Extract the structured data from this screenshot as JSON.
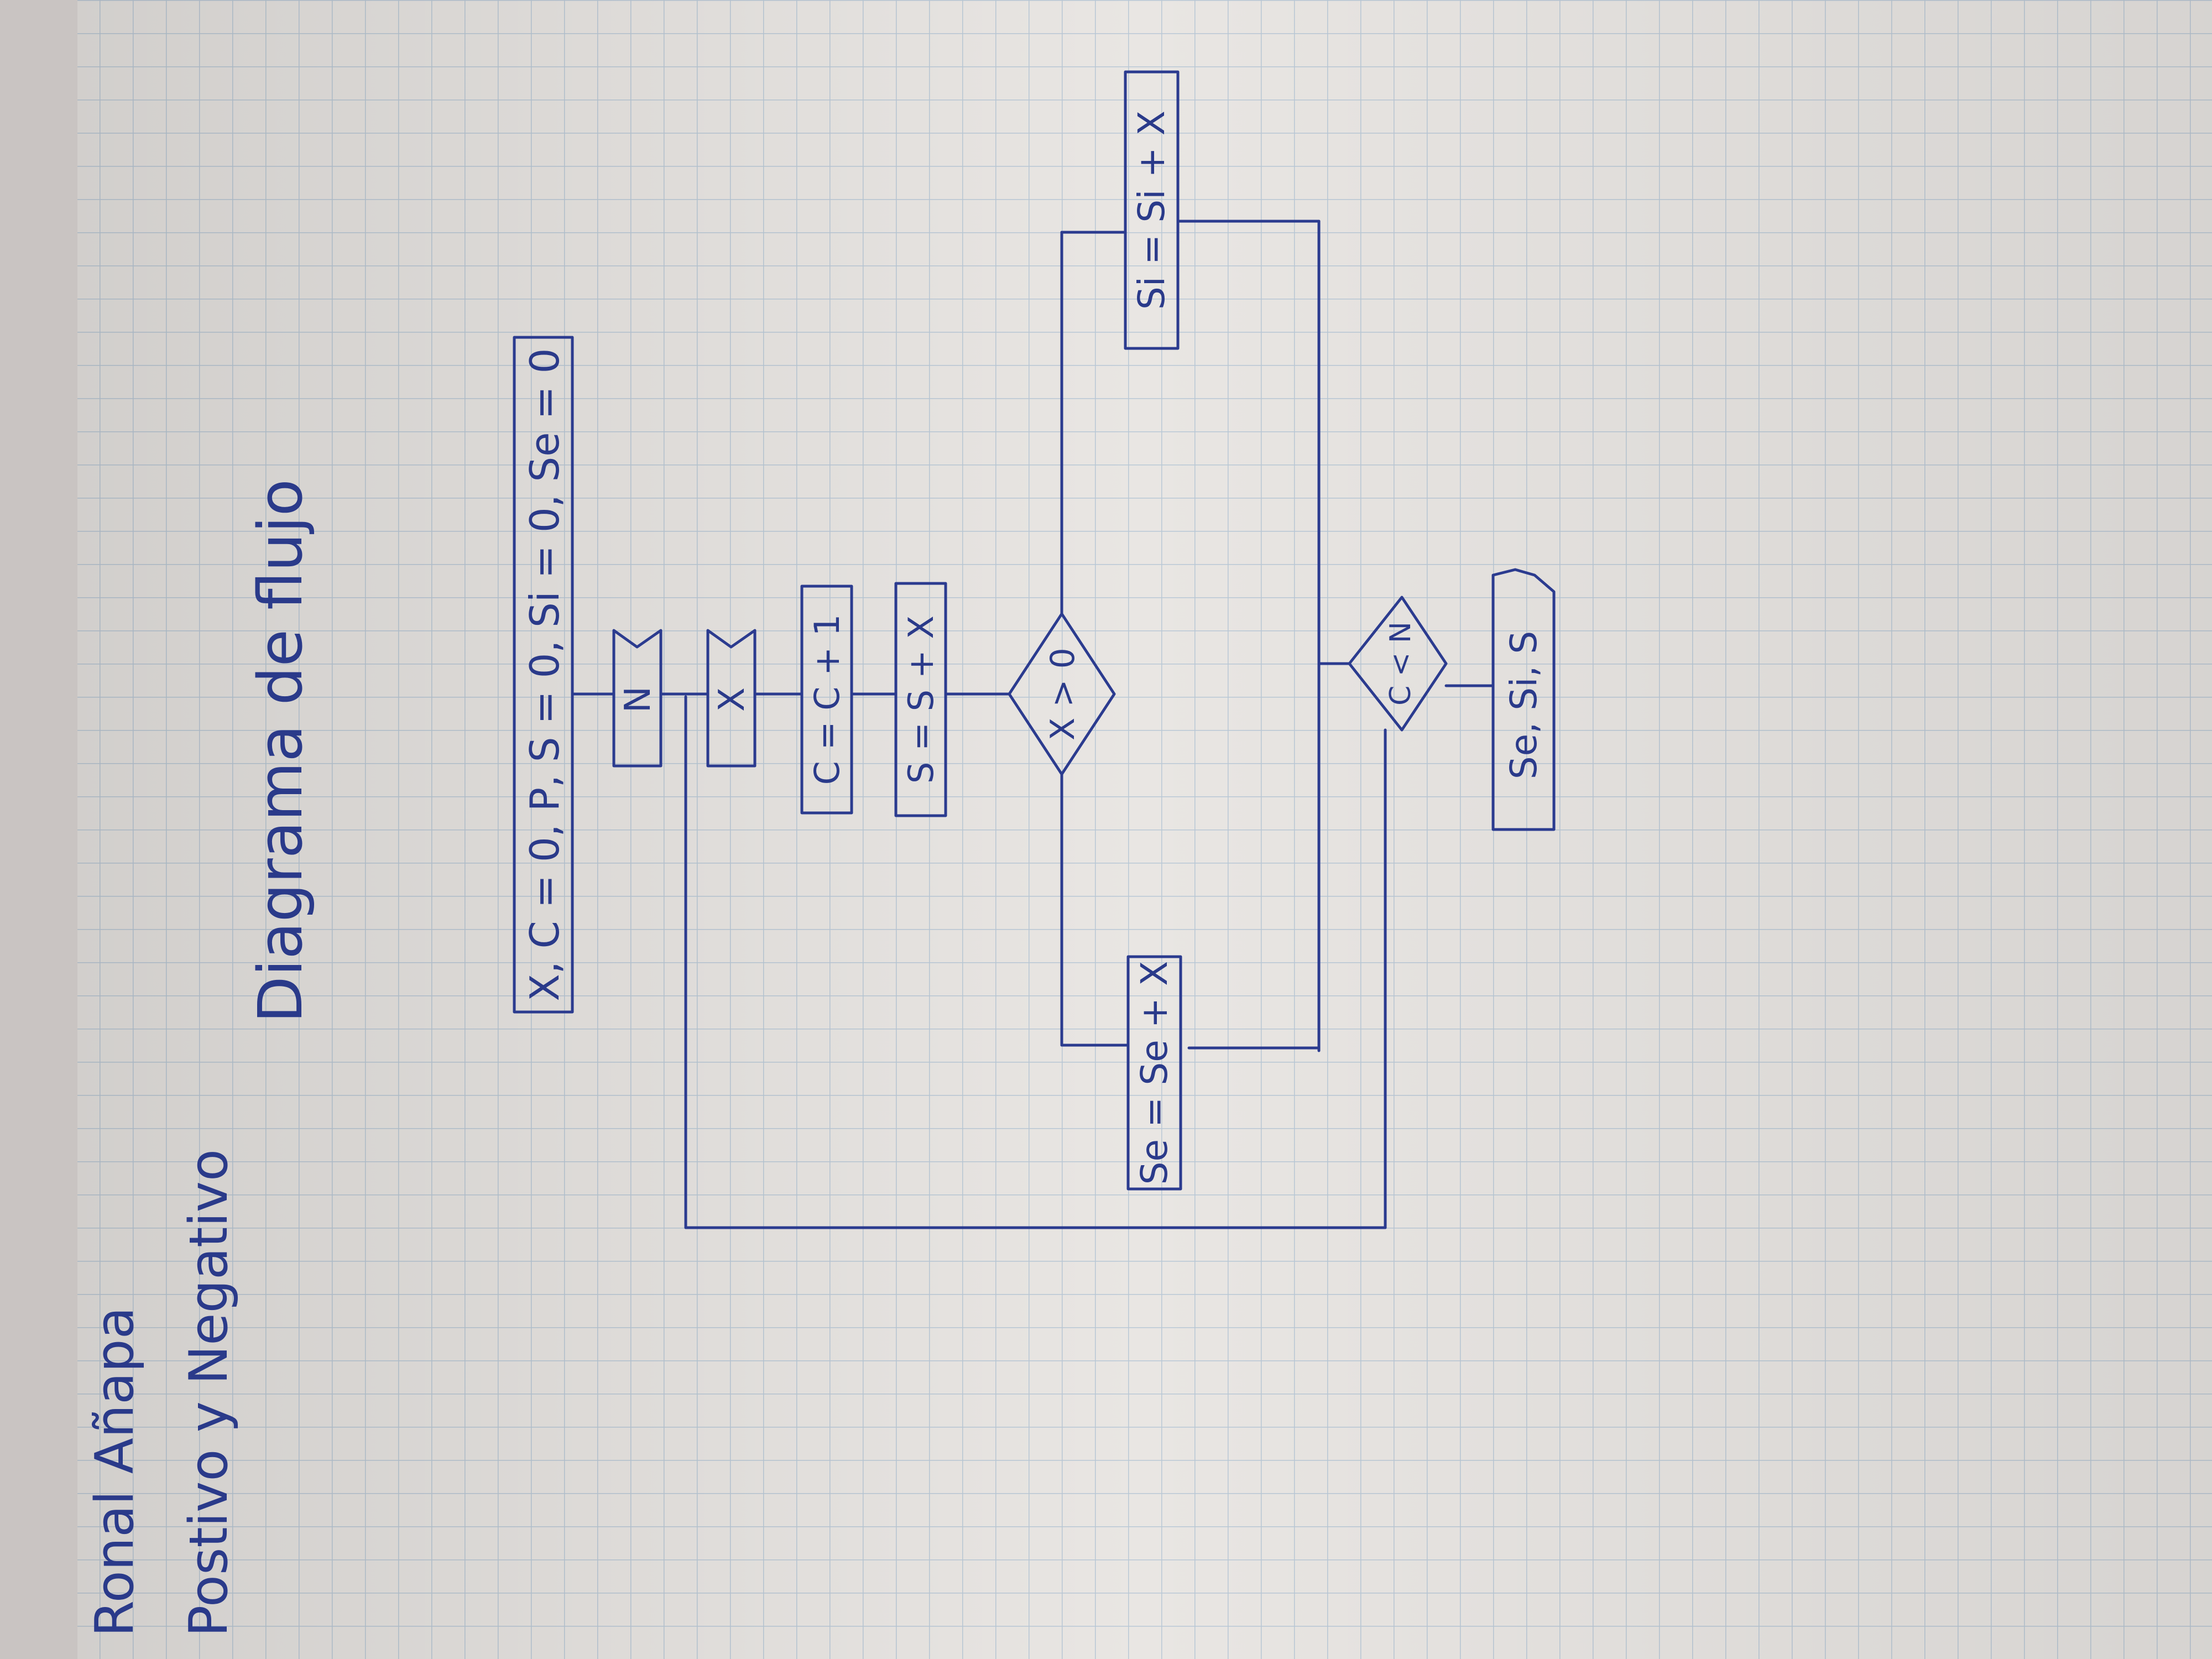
{
  "header": {
    "author": "Ronal Añapa",
    "subject": "Postivo y Negativo",
    "title": "Diagrama de flujo"
  },
  "flowchart": {
    "init": "X, C = 0, P, S = 0, Si = 0, Se = 0",
    "input_n": "N",
    "input_x": "X",
    "counter": "C = C + 1",
    "sum": "S = S + X",
    "decision_sign": "X > 0",
    "sum_pos": "Si = Si + X",
    "sum_neg": "Se = Se + X",
    "decision_loop": "C < N",
    "output": "Se, Si, S"
  },
  "colors": {
    "ink": "#2b3b8f",
    "paper": "#e9e6e3",
    "grid": "#b9c8d6"
  }
}
